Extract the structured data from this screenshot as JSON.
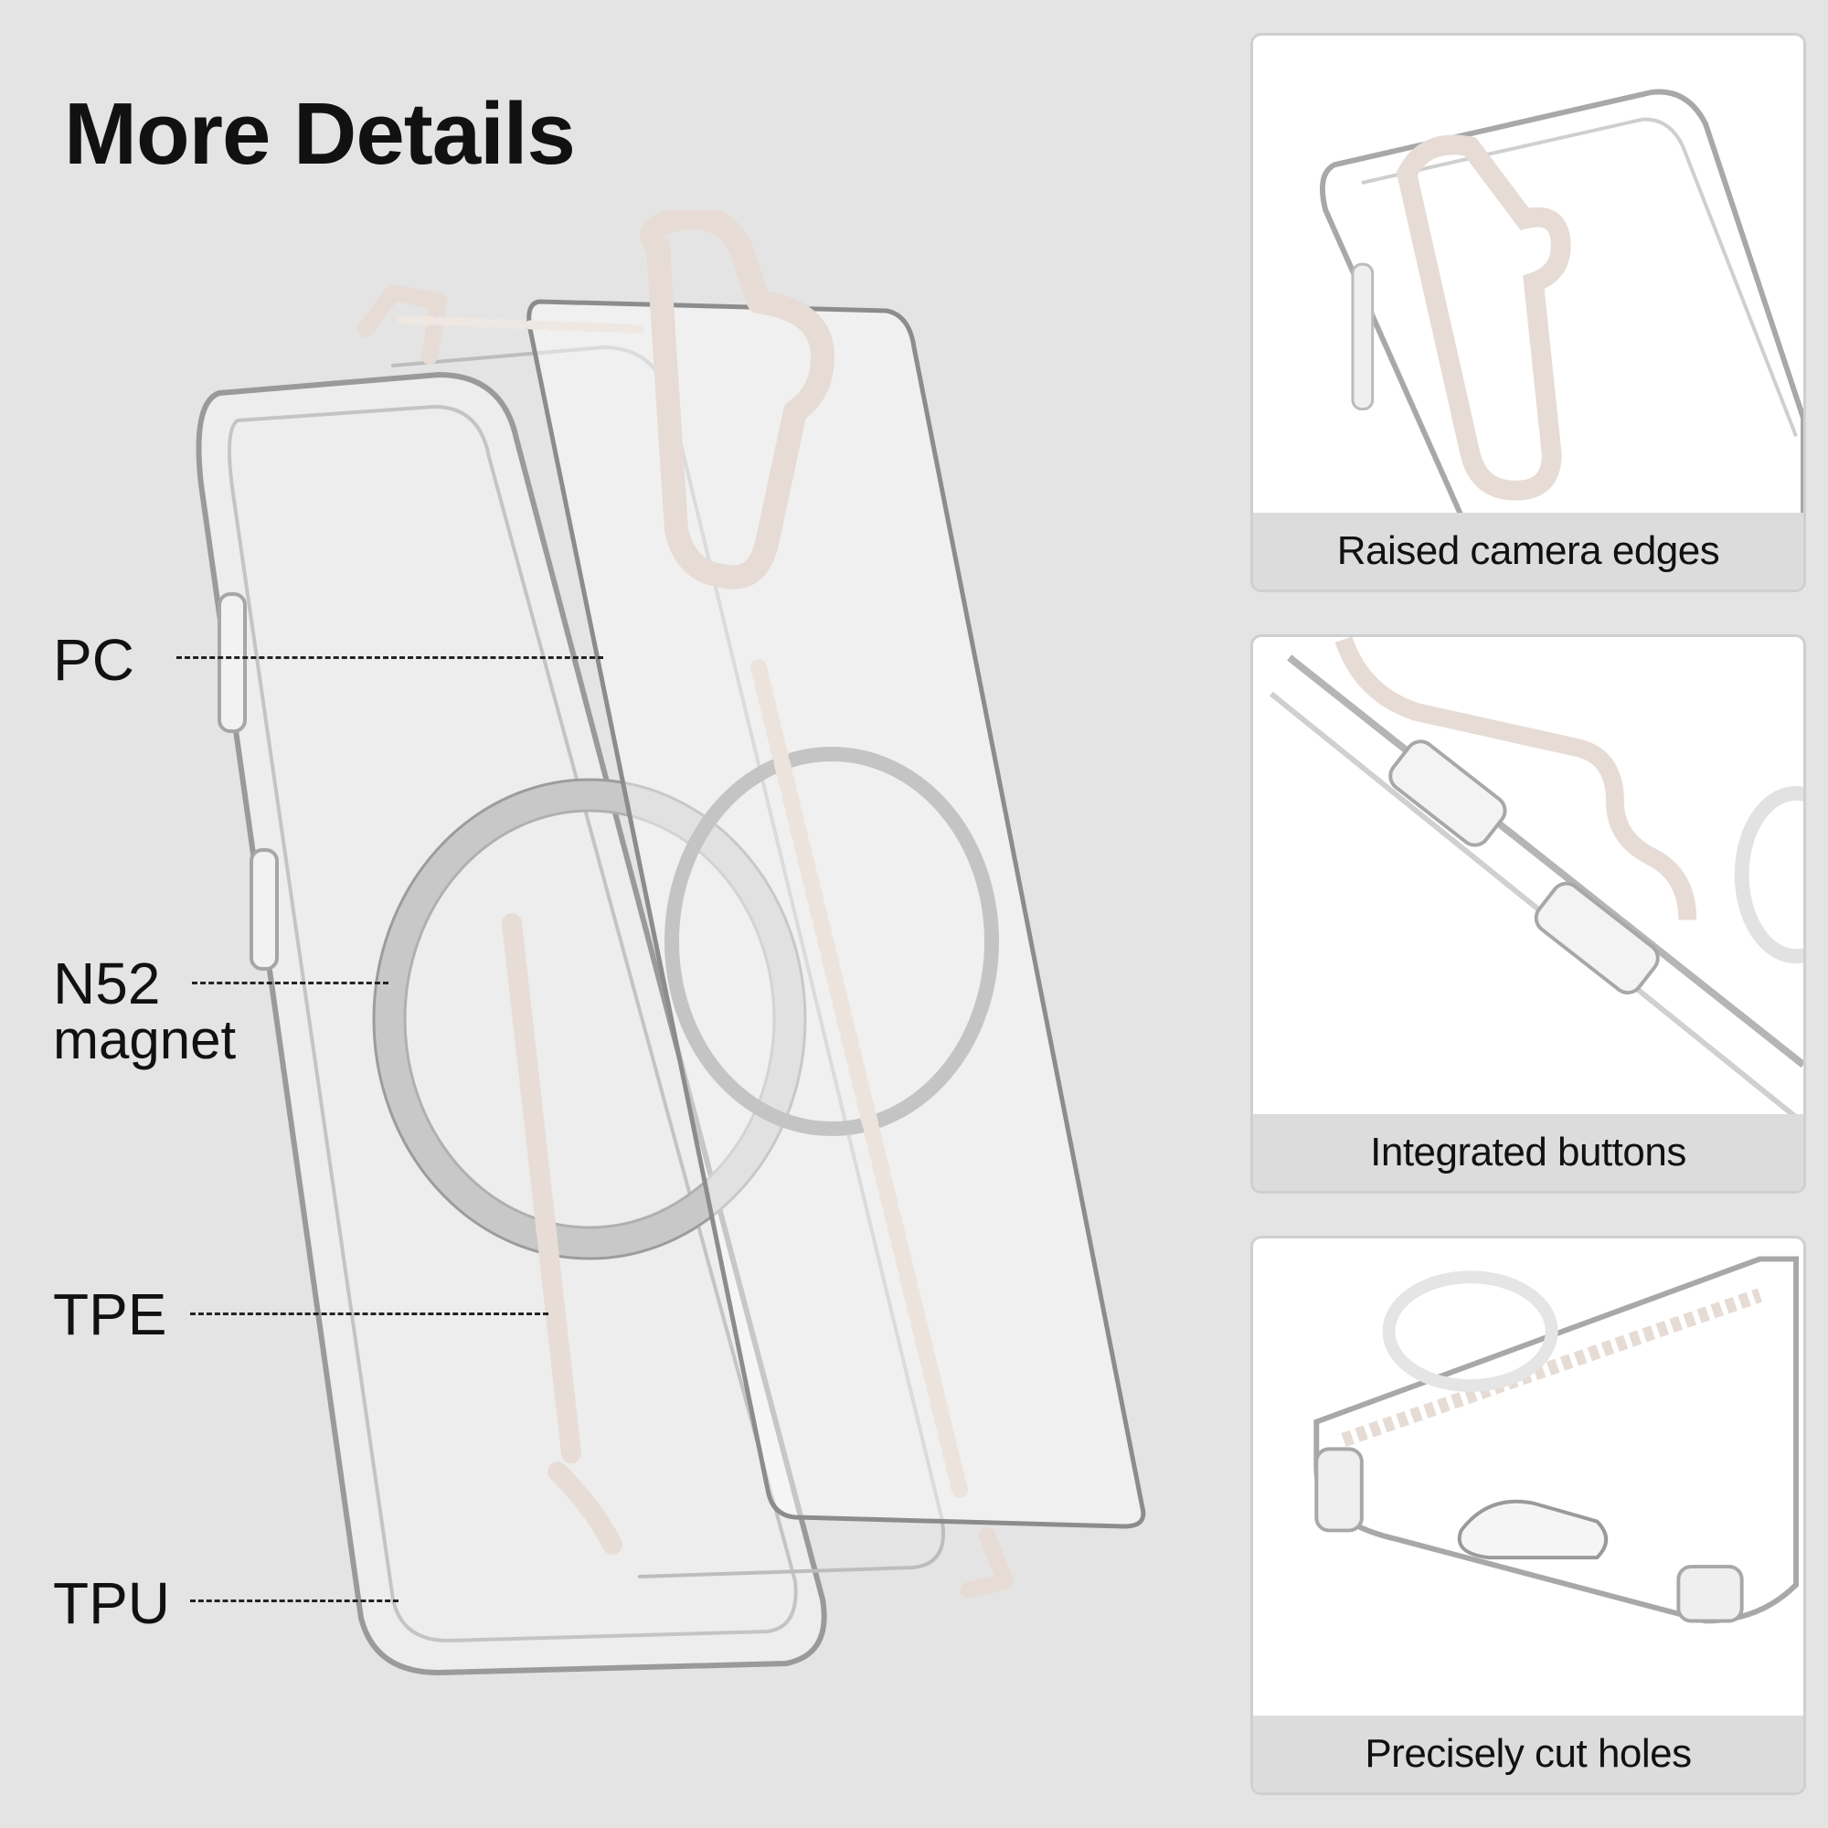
{
  "title": "More Details",
  "layers": [
    {
      "label": "PC"
    },
    {
      "label": "N52",
      "sub": "magnet"
    },
    {
      "label": "TPE"
    },
    {
      "label": "TPU"
    }
  ],
  "features": [
    {
      "caption": "Raised camera edges",
      "icon": "camera-edge-closeup"
    },
    {
      "caption": "Integrated buttons",
      "icon": "button-closeup"
    },
    {
      "caption": "Precisely cut holes",
      "icon": "port-cutout-closeup"
    }
  ],
  "colors": {
    "background": "#e4e4e4",
    "panel": "#ffffff",
    "caption_bar": "#dcdcdc",
    "accent_frame": "#ece3dd"
  }
}
